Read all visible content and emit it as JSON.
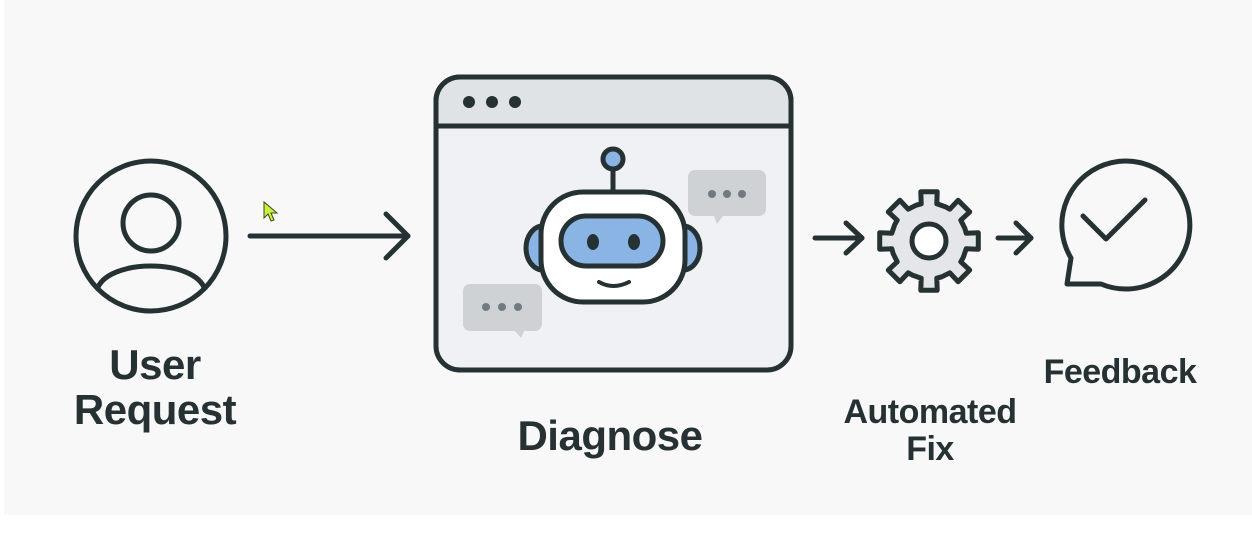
{
  "diagram": {
    "steps": [
      {
        "id": "user-request",
        "label_lines": [
          "User",
          "Request"
        ],
        "icon": "user-avatar-icon"
      },
      {
        "id": "diagnose",
        "label_lines": [
          "Diagnose"
        ],
        "icon": "chatbot-window-icon"
      },
      {
        "id": "automated-fix",
        "label_lines": [
          "Automated",
          "Fix"
        ],
        "icon": "gear-icon"
      },
      {
        "id": "feedback",
        "label_lines": [
          "Feedback"
        ],
        "icon": "checkmark-speech-bubble-icon"
      }
    ],
    "arrows": [
      {
        "from": "user-request",
        "to": "diagnose"
      },
      {
        "from": "diagnose",
        "to": "automated-fix"
      },
      {
        "from": "automated-fix",
        "to": "feedback"
      }
    ],
    "colors": {
      "stroke": "#263133",
      "accent_blue": "#8ab4e3",
      "window_fill": "#eff1f4",
      "titlebar_fill": "#e0e3e6",
      "bubble_fill": "#cfd2d5",
      "bubble_dots": "#6f7b80",
      "gear_fill": "#e4e6e9",
      "cursor": "#c6f03c"
    }
  }
}
